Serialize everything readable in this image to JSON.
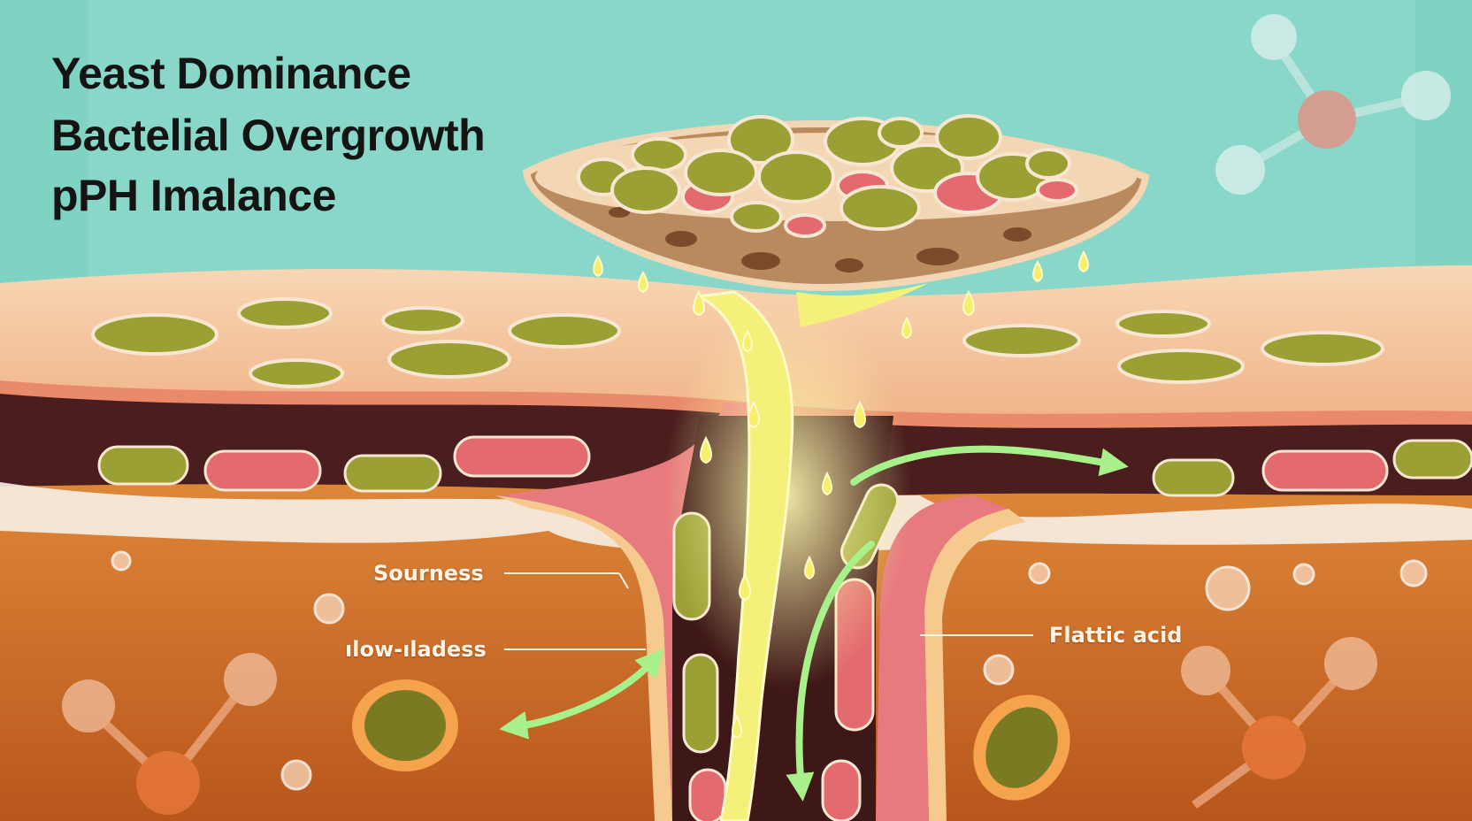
{
  "headlines": {
    "line1": "Yeast Dominance",
    "line2": "Bactelial Overgrowth",
    "line3": "pPH Imalance"
  },
  "callouts": {
    "sourness": "Sourness",
    "low_ladess": "ılow-ıladess",
    "flattic_acid": "Flattic acid"
  },
  "colors": {
    "background": "#7fd3c3",
    "dough": "#f2c29a",
    "interior": "#c96a26",
    "yeast": "#9aa034",
    "bacteria": "#e36a6e",
    "liquid": "#f5f07a",
    "arrow": "#a8f08a"
  }
}
